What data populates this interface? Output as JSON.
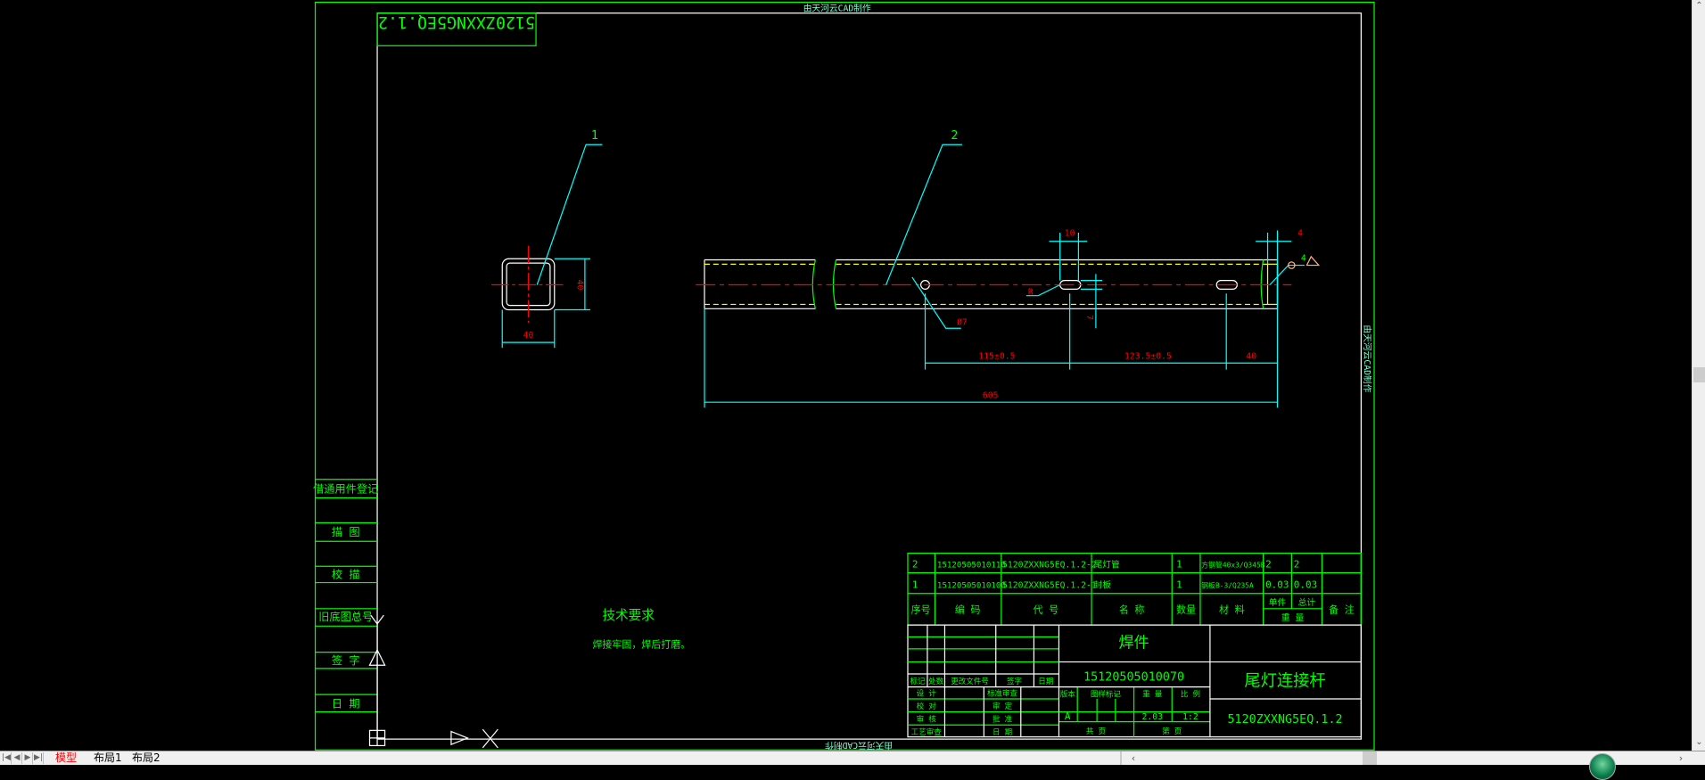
{
  "watermark": "由天河云CAD制作",
  "drawing_code_mirrored": "5120ZXXNG5EQ.1.2",
  "left_column": [
    "借通用件登记",
    "描 图",
    "校 描",
    "旧底图总号",
    "签 字",
    "日 期"
  ],
  "views": {
    "balloon_1": "1",
    "balloon_2": "2",
    "section_width": "40",
    "section_height": "40",
    "hole_dia": "Ø7",
    "slot_radius": "R",
    "slot_width": "7",
    "slot_length": "10",
    "end_thickness": "4",
    "weld_size": "4",
    "dim_hole_to_slot": "115±0.5",
    "dim_slot_to_slot": "123.5±0.5",
    "dim_slot_to_end": "40",
    "dim_total": "605"
  },
  "tech_req": {
    "title": "技术要求",
    "text": "焊接牢固，焊后打磨。"
  },
  "parts_list": {
    "rows": [
      {
        "no": "2",
        "code": "15120505010110",
        "drawing_no": "5120ZXXNG5EQ.1.2-2",
        "name": "尾灯管",
        "qty": "1",
        "material": "方钢管40x3/Q345B",
        "unit_w": "2",
        "total_w": "2",
        "note": ""
      },
      {
        "no": "1",
        "code": "15120505010100",
        "drawing_no": "5120ZXXNG5EQ.1.2-1",
        "name": "封板",
        "qty": "1",
        "material": "钢板B-3/Q235A",
        "unit_w": "0.03",
        "total_w": "0.03",
        "note": ""
      }
    ],
    "headers": {
      "no": "序号",
      "code": "编 码",
      "drawing_no": "代 号",
      "name": "名 称",
      "qty": "数量",
      "material": "材 料",
      "unit_w": "单件",
      "total_w": "总计",
      "weight": "重 量",
      "note": "备 注"
    }
  },
  "title_block": {
    "part_type": "焊件",
    "part_code": "15120505010070",
    "part_name": "尾灯连接杆",
    "drawing_no": "5120ZXXNG5EQ.1.2",
    "rev_headers": [
      "标记",
      "处数",
      "更改文件号",
      "签字",
      "日期"
    ],
    "sign_left": [
      "设 计",
      "校 对",
      "审 核",
      "工艺审查"
    ],
    "sign_right": [
      "标准审查",
      "审 定",
      "批 准",
      "日 期"
    ],
    "info_headers": [
      "版本",
      "图样标记",
      "重 量",
      "比 例"
    ],
    "version": "A",
    "weight": "2.03",
    "scale": "1:2",
    "sheets_total": "共   页",
    "sheet_no": "第   页"
  },
  "tabs": [
    {
      "label": "模型",
      "active": true
    },
    {
      "label": "布局1",
      "active": false
    },
    {
      "label": "布局2",
      "active": false
    }
  ],
  "colors": {
    "frame": "#00ff00",
    "text": "#00ff00",
    "dim": "#00ffff",
    "dimtext": "#ff0000",
    "center": "#ff0000",
    "hidden": "#ffff00",
    "outline": "#ffffff"
  }
}
